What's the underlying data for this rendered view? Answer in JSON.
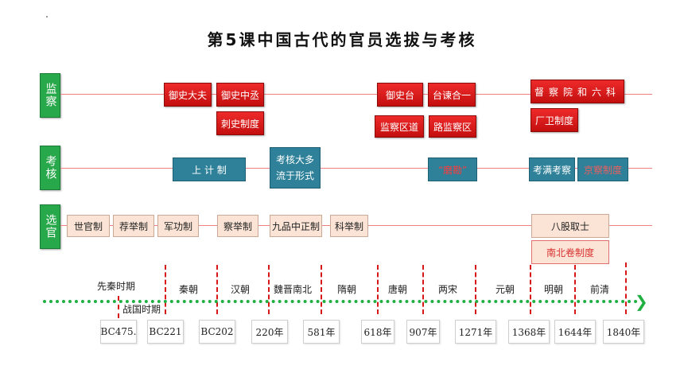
{
  "title": "第5课中国古代的官员选拔与考核",
  "rows": {
    "supervision": "监察",
    "assessment": "考核",
    "selection": "选官"
  },
  "supervision_items": {
    "yushi_dafu": "御史大夫",
    "yushi_zhongcheng": "御史中丞",
    "cishi": "刺史制度",
    "yushitai": "御史台",
    "taijian": "台谏合一",
    "jianchaqu": "监察区道",
    "lujiancha": "路监察区",
    "duchayuan": "督察院和六科",
    "changwei": "厂卫制度"
  },
  "assessment_items": {
    "shangji": "上    计    制",
    "kaohe_line1": "考核大多",
    "kaohe_line2": "流于形式",
    "mokan": "“磨勘”",
    "kaoman": "考满考察",
    "jingcha": "京察制度"
  },
  "selection_items": {
    "shiguan": "世官制",
    "jianju": "荐举制",
    "jungong": "军功制",
    "chaju": "察举制",
    "jiupin": "九品中正制",
    "keju": "科举制",
    "bagu": "八股取士",
    "nanbei": "南北卷制度"
  },
  "periods": {
    "xianqin": "先秦时期",
    "zhanguo": "战国时期",
    "qin": "秦朝",
    "han": "汉朝",
    "weijin": "魏晋南北",
    "sui": "隋朝",
    "tang": "唐朝",
    "song": "两宋",
    "yuan": "元朝",
    "ming": "明朝",
    "qing": "前清"
  },
  "years": [
    "BC475.",
    "BC221",
    "BC202",
    "220年",
    "581年",
    "618年",
    "907年",
    "1271年",
    "1368年",
    "1644年",
    "1840年"
  ],
  "colors": {
    "label_green": "#27a84a",
    "supervision_red": "#d81818",
    "assessment_teal": "#2f8199",
    "selection_peach": "#fbe4d6",
    "axis_green": "#1fb041"
  }
}
